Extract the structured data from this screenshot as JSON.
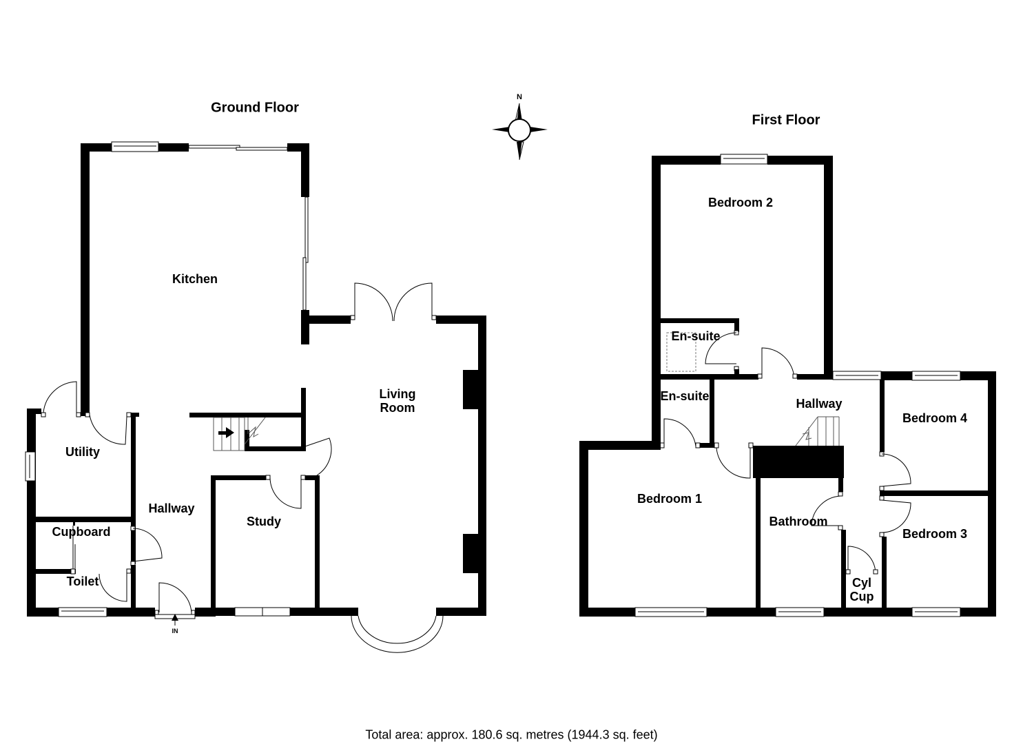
{
  "floors": {
    "ground": {
      "title": "Ground Floor",
      "rooms": {
        "kitchen": "Kitchen",
        "living_room_line1": "Living",
        "living_room_line2": "Room",
        "utility": "Utility",
        "hallway": "Hallway",
        "cupboard": "Cupboard",
        "toilet": "Toilet",
        "study": "Study"
      },
      "entrance_label": "IN"
    },
    "first": {
      "title": "First Floor",
      "rooms": {
        "bedroom_2": "Bedroom 2",
        "ensuite_upper": "En-suite",
        "ensuite_lower": "En-suite",
        "hallway": "Hallway",
        "bedroom_4": "Bedroom 4",
        "bedroom_1": "Bedroom 1",
        "bathroom": "Bathroom",
        "bedroom_3": "Bedroom 3",
        "cyl_cup_line1": "Cyl",
        "cyl_cup_line2": "Cup"
      }
    }
  },
  "compass": {
    "north_label": "N"
  },
  "footer": {
    "total_area": "Total area: approx. 180.6 sq. metres (1944.3 sq. feet)"
  },
  "colors": {
    "wall": "#000000",
    "background": "#ffffff"
  }
}
